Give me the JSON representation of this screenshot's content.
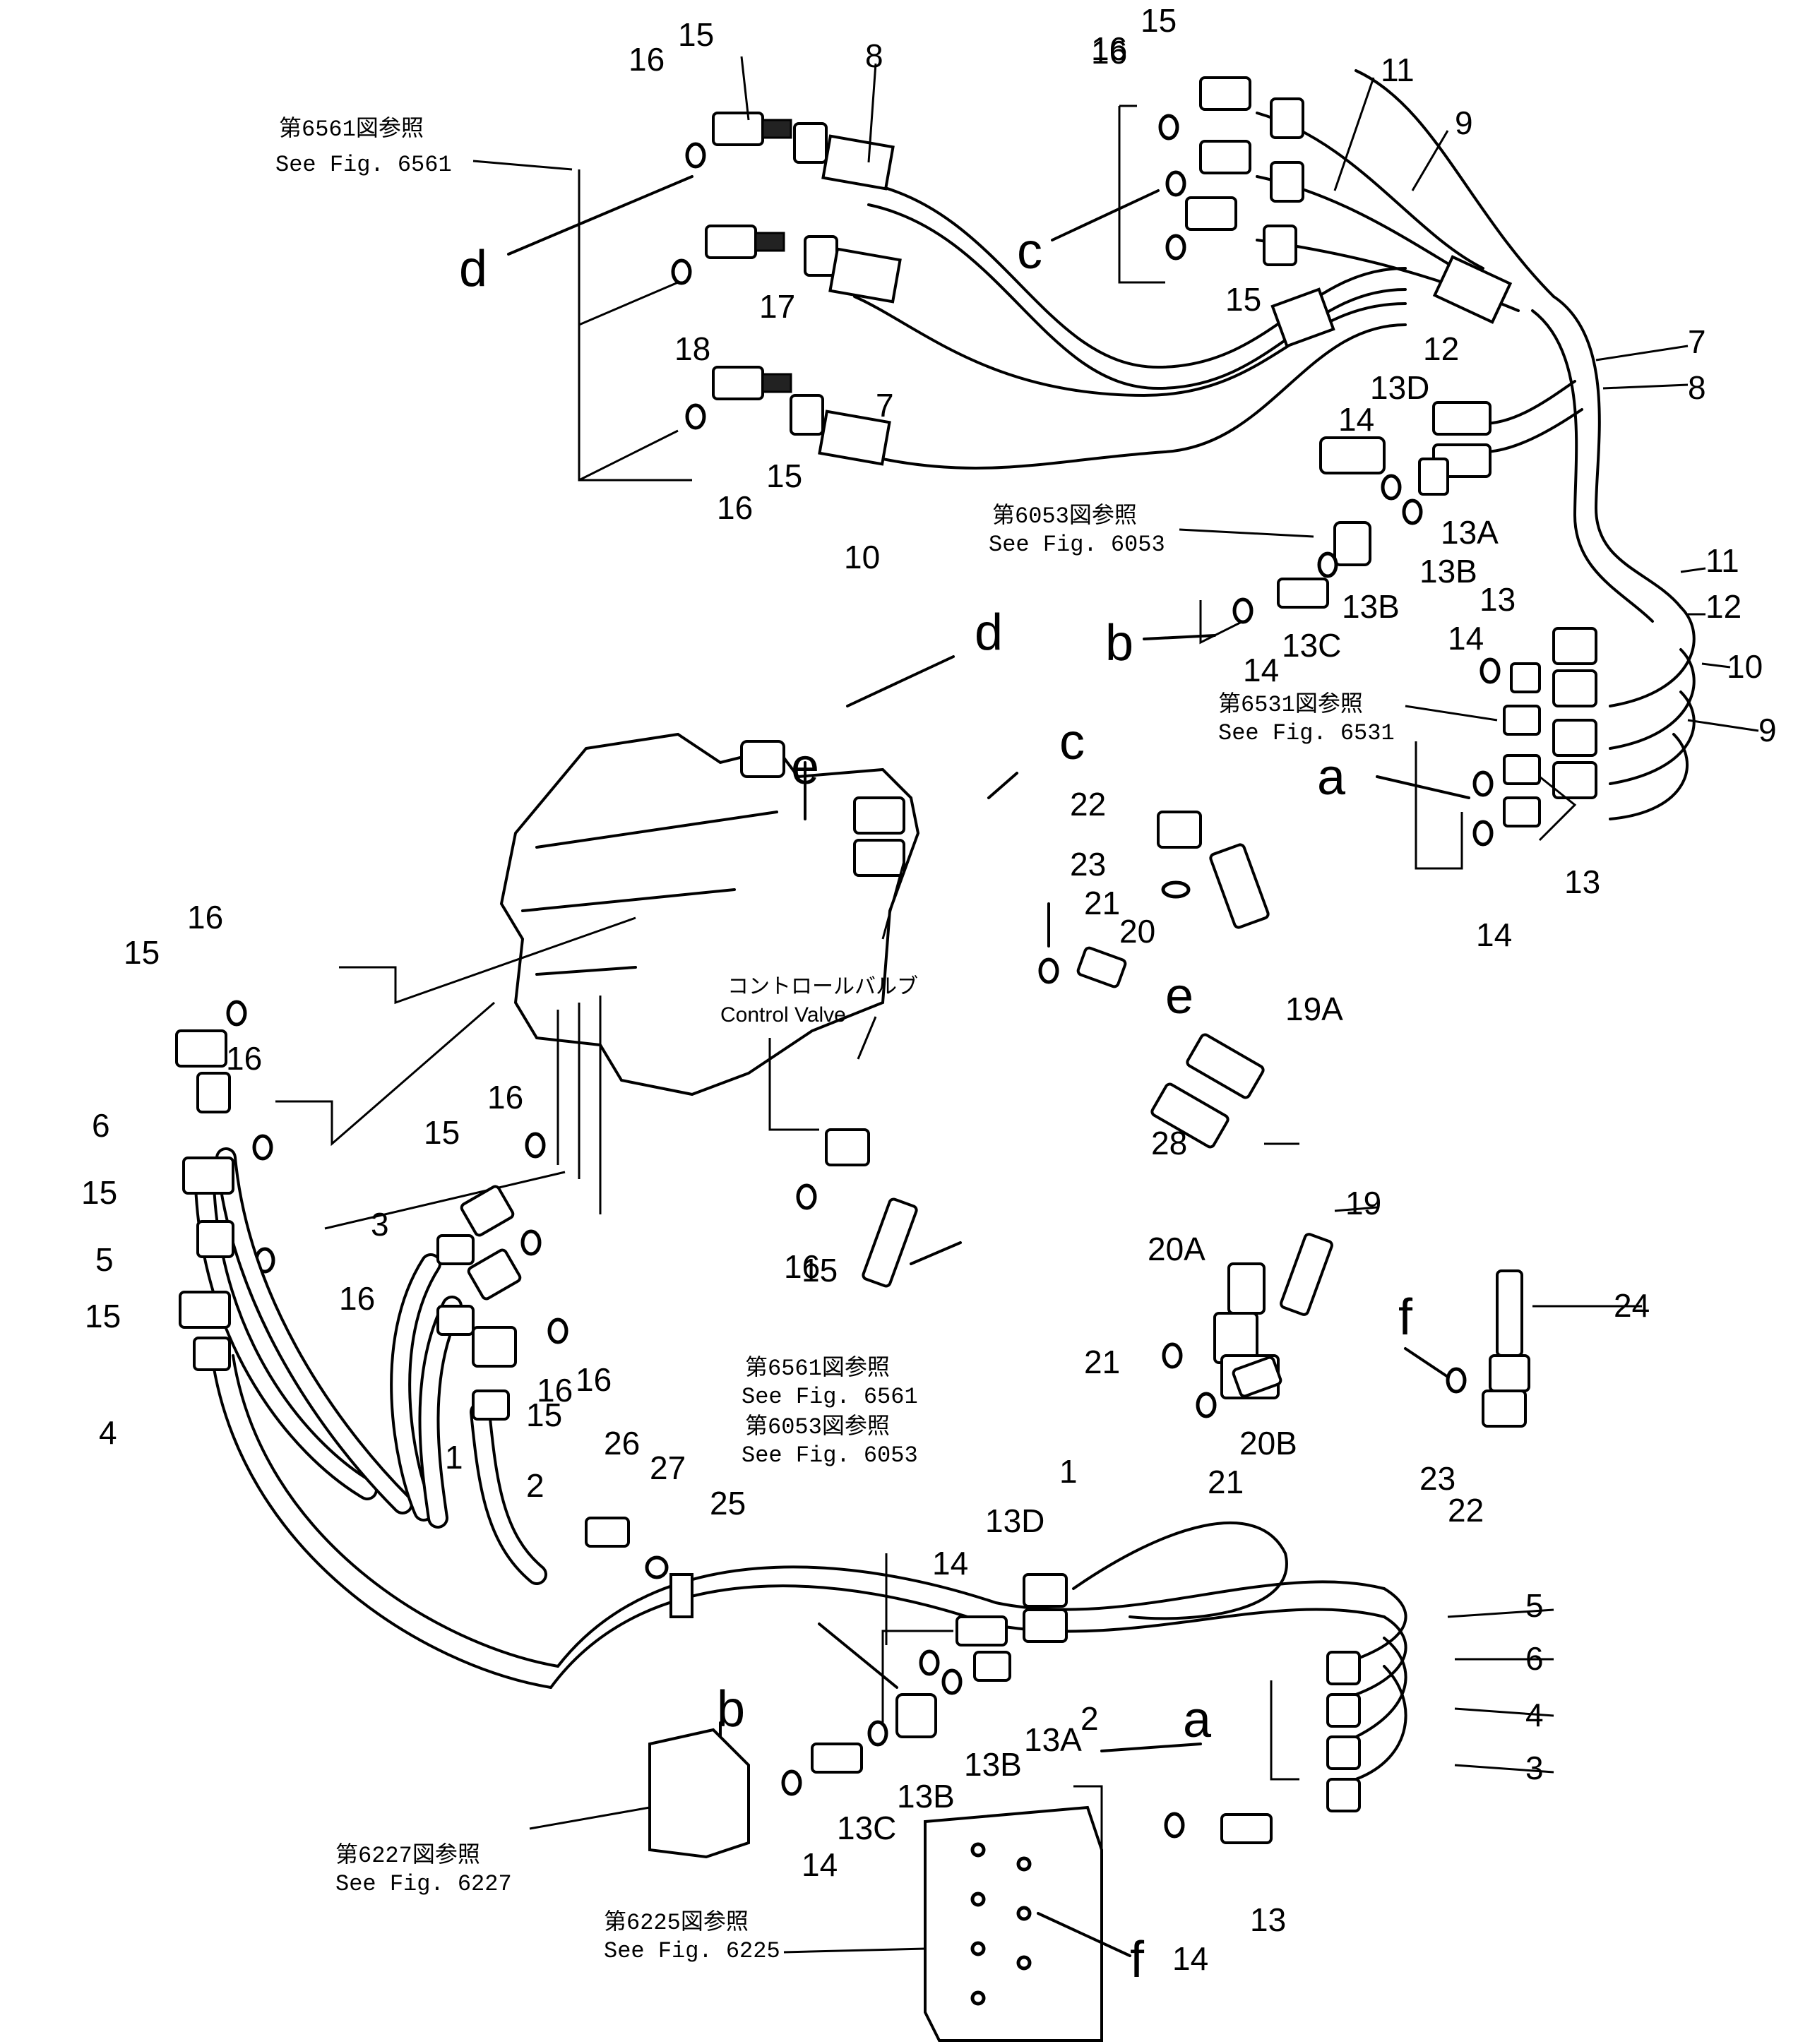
{
  "references": [
    {
      "jp": "第6561図参照",
      "en": "See Fig. 6561"
    },
    {
      "jp": "第6053図参照",
      "en": "See Fig. 6053"
    },
    {
      "jp": "第6531図参照",
      "en": "See Fig. 6531"
    },
    {
      "jp": "第6561図参照",
      "en": "See Fig. 6561"
    },
    {
      "jp": "第6053図参照",
      "en": "See Fig. 6053"
    },
    {
      "jp": "第6227図参照",
      "en": "See Fig. 6227"
    },
    {
      "jp": "第6225図参照",
      "en": "See Fig. 6225"
    }
  ],
  "control_valve": {
    "jp": "コントロールバルブ",
    "en": "Control Valve"
  },
  "letters": [
    "d",
    "c",
    "b",
    "a",
    "e",
    "e",
    "d",
    "c",
    "f",
    "f",
    "b",
    "a"
  ],
  "labels": [
    "15",
    "16",
    "8",
    "16",
    "15",
    "11",
    "9",
    "16",
    "15",
    "12",
    "18",
    "17",
    "7",
    "7",
    "8",
    "16",
    "15",
    "10",
    "14",
    "13D",
    "13A",
    "13B",
    "13B",
    "13C",
    "14",
    "11",
    "12",
    "10",
    "13",
    "14",
    "9",
    "13",
    "14",
    "22",
    "23",
    "21",
    "20",
    "19A",
    "16",
    "15",
    "16",
    "6",
    "15",
    "5",
    "15",
    "4",
    "3",
    "16",
    "15",
    "16",
    "16",
    "1",
    "2",
    "15",
    "16",
    "15",
    "16",
    "28",
    "19",
    "24",
    "20A",
    "21",
    "20B",
    "21",
    "23",
    "22",
    "26",
    "27",
    "25",
    "1",
    "13D",
    "14",
    "2",
    "5",
    "6",
    "4",
    "3",
    "13A",
    "13B",
    "13B",
    "14",
    "13C",
    "13",
    "14"
  ]
}
